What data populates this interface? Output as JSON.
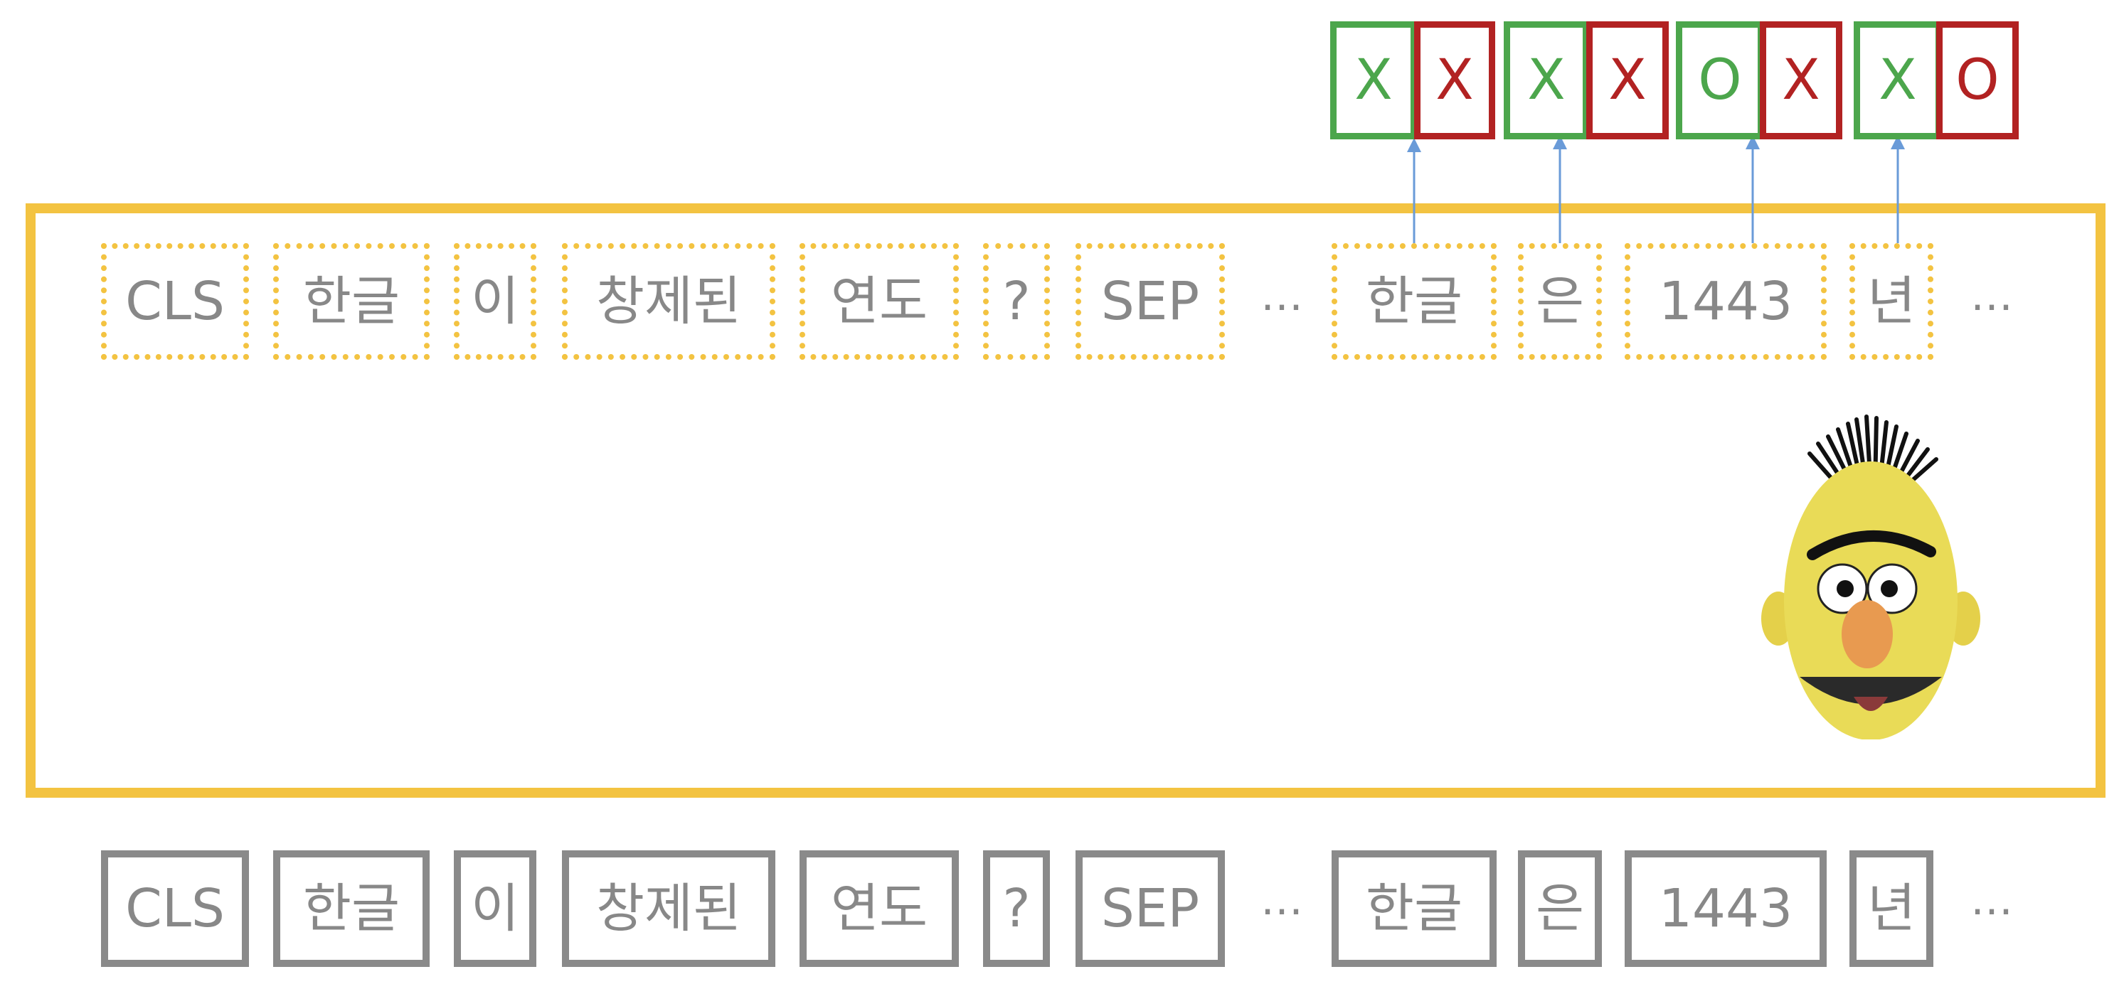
{
  "tokens": [
    "CLS",
    "한글",
    "이",
    "창제된",
    "연도",
    "?",
    "SEP",
    "…",
    "한글",
    "은",
    "1443",
    "년",
    "…"
  ],
  "labels": [
    {
      "start": "X",
      "end": "X"
    },
    {
      "start": "X",
      "end": "X"
    },
    {
      "start": "O",
      "end": "X"
    },
    {
      "start": "X",
      "end": "O"
    }
  ],
  "colors": {
    "encoder_border": "#F3C341",
    "start_label": "#4CA64C",
    "end_label": "#B22222",
    "arrow": "#6A9BD8",
    "token_text": "#888888"
  },
  "mascot": "bert-face-icon"
}
